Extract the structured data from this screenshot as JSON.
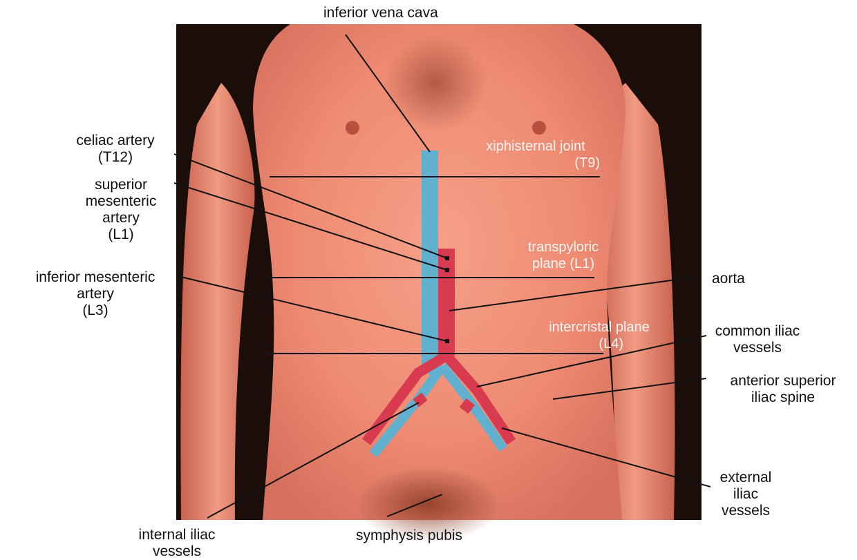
{
  "colors": {
    "vein": "#5fb1cf",
    "artery": "#d83a4f",
    "leader_line": "#111111",
    "plane_line": "#161616",
    "plane_text": "#ffffff",
    "background": "#ffffff",
    "photo_backdrop": "#1a0d0a",
    "skin": "#f0917a"
  },
  "labels": {
    "inferior_vena_cava": [
      "inferior vena cava"
    ],
    "celiac_artery": [
      "celiac artery",
      "(T12)"
    ],
    "superior_mesenteric_artery": [
      "superior",
      "mesenteric",
      "artery",
      "(L1)"
    ],
    "inferior_mesenteric_artery": [
      "inferior mesenteric",
      "artery",
      "(L3)"
    ],
    "aorta": [
      "aorta"
    ],
    "common_iliac_vessels": [
      "common iliac",
      "vessels"
    ],
    "anterior_superior_iliac_spine": [
      "anterior superior",
      "iliac spine"
    ],
    "external_iliac_vessels": [
      "external",
      "iliac",
      "vessels"
    ],
    "internal_iliac_vessels": [
      "internal iliac",
      "vessels"
    ],
    "symphysis_pubis": [
      "symphysis pubis"
    ]
  },
  "planes": {
    "xiphisternal_joint": [
      "xiphisternal joint",
      "(T9)"
    ],
    "transpyloric_plane": [
      "transpyloric",
      "plane (L1)"
    ],
    "intercristal_plane": [
      "intercristal plane",
      "(L4)"
    ]
  }
}
